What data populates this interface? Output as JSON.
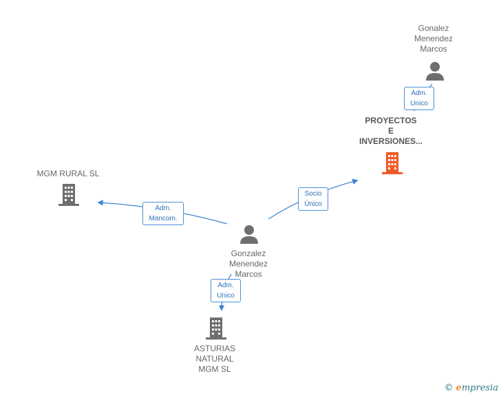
{
  "nodes": {
    "gonzalez_center": {
      "label": "Gonzalez\nMenendez\nMarcos",
      "type": "person"
    },
    "gonalez_top": {
      "label": "Gonalez\nMenendez\nMarcos",
      "type": "person"
    },
    "proyectos": {
      "label": "PROYECTOS\nE\nINVERSIONES...",
      "type": "company",
      "highlight": true
    },
    "mgm_rural": {
      "label": "MGM RURAL SL",
      "type": "company"
    },
    "asturias": {
      "label": "ASTURIAS\nNATURAL\nMGM  SL",
      "type": "company"
    }
  },
  "edges": {
    "to_mgm_rural": {
      "label": "Adm.\nMancom."
    },
    "to_proyectos": {
      "label": "Socio\nÚnico"
    },
    "to_asturias": {
      "label": "Adm.\nUnico"
    },
    "top_to_proyectos": {
      "label": "Adm.\nUnico"
    }
  },
  "colors": {
    "edge": "#3b82d0",
    "icon_gray": "#6e6e6e",
    "icon_highlight": "#f05a28"
  },
  "footer": {
    "copyright": "©",
    "brand_e": "e",
    "brand_rest": "mpresia"
  }
}
